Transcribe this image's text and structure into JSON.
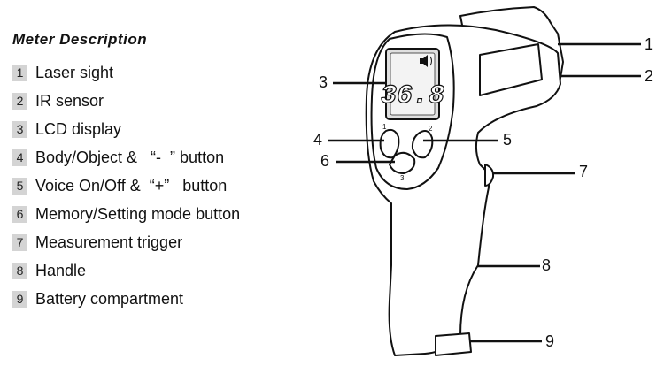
{
  "heading": "Meter Description",
  "legend": [
    {
      "number": "1",
      "label": "Laser sight"
    },
    {
      "number": "2",
      "label": "IR sensor"
    },
    {
      "number": "3",
      "label": "LCD display"
    },
    {
      "number": "4",
      "label": "Body/Object &   “-  ” button"
    },
    {
      "number": "5",
      "label": "Voice On/Off &  “+”   button"
    },
    {
      "number": "6",
      "label": "Memory/Setting mode button"
    },
    {
      "number": "7",
      "label": "Measurement trigger"
    },
    {
      "number": "8",
      "label": "Handle"
    },
    {
      "number": "9",
      "label": "Battery compartment"
    }
  ],
  "callouts": [
    "1",
    "2",
    "3",
    "4",
    "5",
    "6",
    "7",
    "8",
    "9"
  ],
  "lcd_reading": "36.8",
  "button_marks": [
    "1",
    "2",
    "3"
  ],
  "icons": [
    "speaker-icon"
  ]
}
